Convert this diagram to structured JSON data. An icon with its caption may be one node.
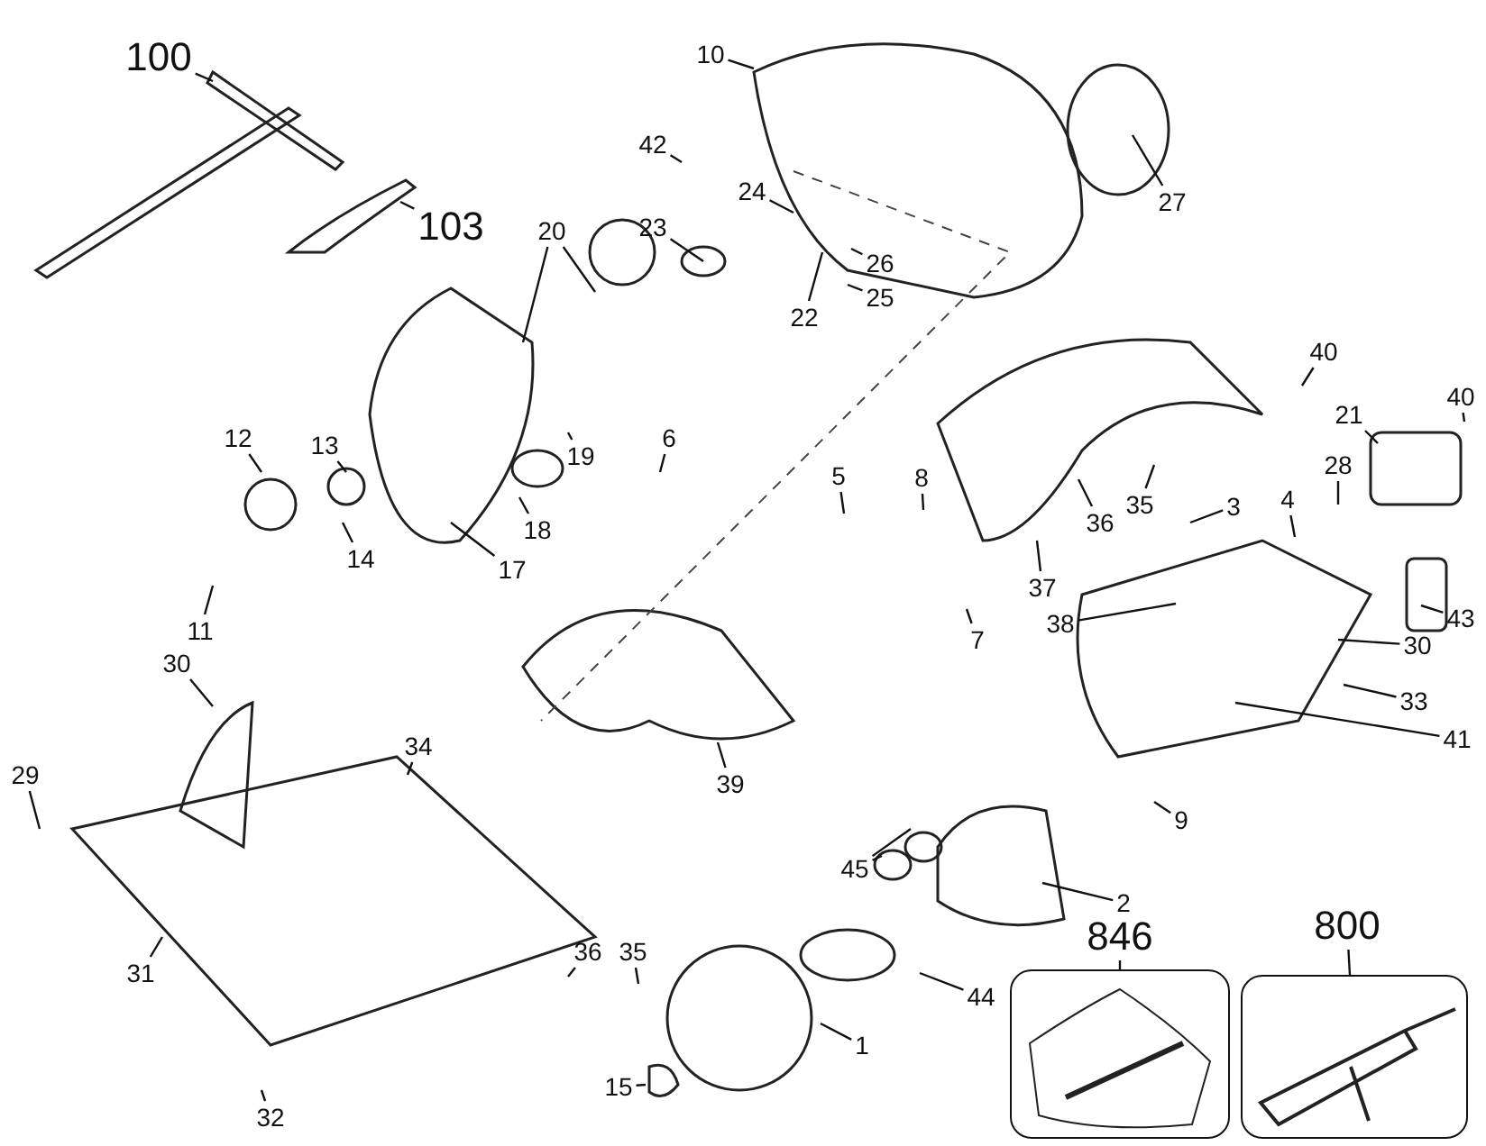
{
  "diagram": {
    "nodes": [
      {
        "text": [
          "100"
        ]
      },
      {
        "text": [
          "10"
        ]
      },
      {
        "text": [
          "42"
        ]
      },
      {
        "text": [
          "27"
        ]
      },
      {
        "text": [
          "103"
        ]
      },
      {
        "text": [
          "20"
        ]
      },
      {
        "text": [
          "24"
        ]
      },
      {
        "text": [
          "23"
        ]
      },
      {
        "text": [
          "26"
        ]
      },
      {
        "text": [
          "22"
        ]
      },
      {
        "text": [
          "25"
        ]
      },
      {
        "text": [
          "40"
        ]
      },
      {
        "text": [
          "40"
        ]
      },
      {
        "text": [
          "21"
        ]
      },
      {
        "text": [
          "12"
        ]
      },
      {
        "text": [
          "13"
        ]
      },
      {
        "text": [
          "6"
        ]
      },
      {
        "text": [
          "19"
        ]
      },
      {
        "text": [
          "5"
        ]
      },
      {
        "text": [
          "8"
        ]
      },
      {
        "text": [
          "3"
        ]
      },
      {
        "text": [
          "28"
        ]
      },
      {
        "text": [
          "18"
        ]
      },
      {
        "text": [
          "17"
        ]
      },
      {
        "text": [
          "14"
        ]
      },
      {
        "text": [
          "36"
        ]
      },
      {
        "text": [
          "35"
        ]
      },
      {
        "text": [
          "4"
        ]
      },
      {
        "text": [
          "37"
        ]
      },
      {
        "text": [
          "43"
        ]
      },
      {
        "text": [
          "38"
        ]
      },
      {
        "text": [
          "11"
        ]
      },
      {
        "text": [
          "7"
        ]
      },
      {
        "text": [
          "30"
        ]
      },
      {
        "text": [
          "30"
        ]
      },
      {
        "text": [
          "33"
        ]
      },
      {
        "text": [
          "41"
        ]
      },
      {
        "text": [
          "34"
        ]
      },
      {
        "text": [
          "39"
        ]
      },
      {
        "text": [
          "29"
        ]
      },
      {
        "text": [
          "45"
        ]
      },
      {
        "text": [
          "9"
        ]
      },
      {
        "text": [
          "2"
        ]
      },
      {
        "text": [
          "846"
        ]
      },
      {
        "text": [
          "800"
        ]
      },
      {
        "text": [],
        "shape": "picture"
      },
      {
        "text": [],
        "shape": "picture"
      },
      {
        "text": [
          "44"
        ]
      },
      {
        "text": [
          "31"
        ]
      },
      {
        "text": [
          "36"
        ]
      },
      {
        "text": [
          "35"
        ]
      },
      {
        "text": [
          "1"
        ]
      },
      {
        "text": [
          "15"
        ]
      },
      {
        "text": [
          "32"
        ]
      }
    ],
    "edges": [
      {
        "from": 0,
        "to": null,
        "arrow": "none"
      },
      {
        "from": 1,
        "to": null,
        "arrow": "none"
      },
      {
        "from": 2,
        "to": null,
        "arrow": "none"
      },
      {
        "from": 3,
        "to": null,
        "arrow": "none"
      },
      {
        "from": 4,
        "to": null,
        "arrow": "none"
      },
      {
        "from": 5,
        "to": null,
        "arrow": "none"
      },
      {
        "from": 5,
        "to": null,
        "arrow": "none"
      },
      {
        "from": 6,
        "to": null,
        "arrow": "none"
      },
      {
        "from": 7,
        "to": null,
        "arrow": "none"
      },
      {
        "from": 8,
        "to": null,
        "arrow": "none"
      },
      {
        "from": 9,
        "to": null,
        "arrow": "none"
      },
      {
        "from": 10,
        "to": null,
        "arrow": "none"
      },
      {
        "from": 11,
        "to": null,
        "arrow": "none"
      },
      {
        "from": 12,
        "to": null,
        "arrow": "none"
      },
      {
        "from": 13,
        "to": null,
        "arrow": "none"
      },
      {
        "from": 14,
        "to": null,
        "arrow": "none"
      },
      {
        "from": 15,
        "to": null,
        "arrow": "none"
      },
      {
        "from": 16,
        "to": null,
        "arrow": "none"
      },
      {
        "from": 17,
        "to": null,
        "arrow": "none"
      },
      {
        "from": 18,
        "to": null,
        "arrow": "none"
      },
      {
        "from": 19,
        "to": null,
        "arrow": "none"
      },
      {
        "from": 20,
        "to": null,
        "arrow": "none"
      },
      {
        "from": 21,
        "to": null,
        "arrow": "none"
      },
      {
        "from": 22,
        "to": null,
        "arrow": "none"
      },
      {
        "from": 23,
        "to": null,
        "arrow": "none"
      },
      {
        "from": 24,
        "to": null,
        "arrow": "none"
      },
      {
        "from": 25,
        "to": null,
        "arrow": "none"
      },
      {
        "from": 26,
        "to": null,
        "arrow": "none"
      },
      {
        "from": 27,
        "to": null,
        "arrow": "none"
      },
      {
        "from": 28,
        "to": null,
        "arrow": "none"
      },
      {
        "from": 29,
        "to": null,
        "arrow": "none"
      },
      {
        "from": 30,
        "to": null,
        "arrow": "none"
      },
      {
        "from": 31,
        "to": null,
        "arrow": "none"
      },
      {
        "from": 32,
        "to": null,
        "arrow": "none"
      },
      {
        "from": 33,
        "to": null,
        "arrow": "none"
      },
      {
        "from": 34,
        "to": null,
        "arrow": "none"
      },
      {
        "from": 35,
        "to": null,
        "arrow": "none"
      },
      {
        "from": 36,
        "to": null,
        "arrow": "none"
      },
      {
        "from": 37,
        "to": null,
        "arrow": "none"
      },
      {
        "from": 38,
        "to": null,
        "arrow": "none"
      },
      {
        "from": 39,
        "to": null,
        "arrow": "none"
      },
      {
        "from": 40,
        "to": null,
        "arrow": "none"
      },
      {
        "from": 40,
        "to": null,
        "arrow": "none"
      },
      {
        "from": 41,
        "to": null,
        "arrow": "none"
      },
      {
        "from": 42,
        "to": null,
        "arrow": "none"
      },
      {
        "from": 43,
        "to": 45,
        "arrow": "none"
      },
      {
        "from": 44,
        "to": 46,
        "arrow": "none"
      },
      {
        "from": 47,
        "to": null,
        "arrow": "none"
      },
      {
        "from": 48,
        "to": null,
        "arrow": "none"
      },
      {
        "from": 49,
        "to": null,
        "arrow": "none"
      },
      {
        "from": 50,
        "to": null,
        "arrow": "none"
      },
      {
        "from": 51,
        "to": null,
        "arrow": "none"
      },
      {
        "from": 52,
        "to": null,
        "arrow": "none"
      },
      {
        "from": 53,
        "to": null,
        "arrow": "none"
      }
    ]
  }
}
